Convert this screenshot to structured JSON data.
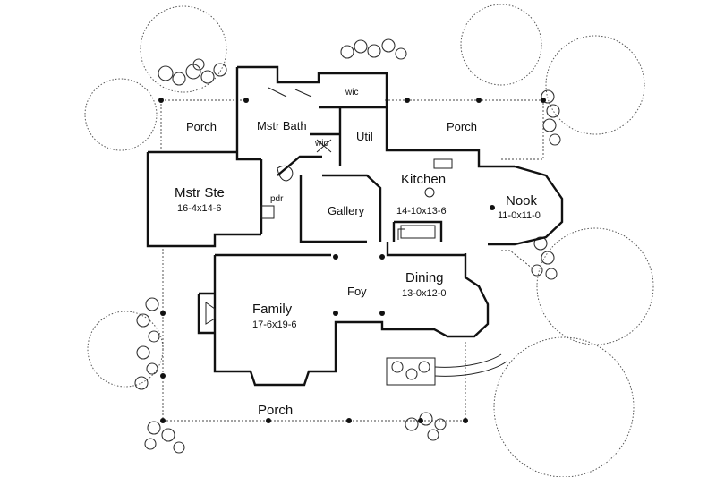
{
  "rooms": {
    "porch_left": "Porch",
    "porch_right": "Porch",
    "porch_front": "Porch",
    "mstr_bath": "Mstr Bath",
    "wic_top": "wic",
    "wic_mid": "wic",
    "util": "Util",
    "mstr_ste": "Mstr Ste",
    "mstr_ste_dim": "16-4x14-6",
    "pdr": "pdr",
    "gallery": "Gallery",
    "kitchen": "Kitchen",
    "kitchen_dim": "14-10x13-6",
    "nook": "Nook",
    "nook_dim": "11-0x11-0",
    "dining": "Dining",
    "dining_dim": "13-0x12-0",
    "foy": "Foy",
    "family": "Family",
    "family_dim": "17-6x19-6"
  }
}
